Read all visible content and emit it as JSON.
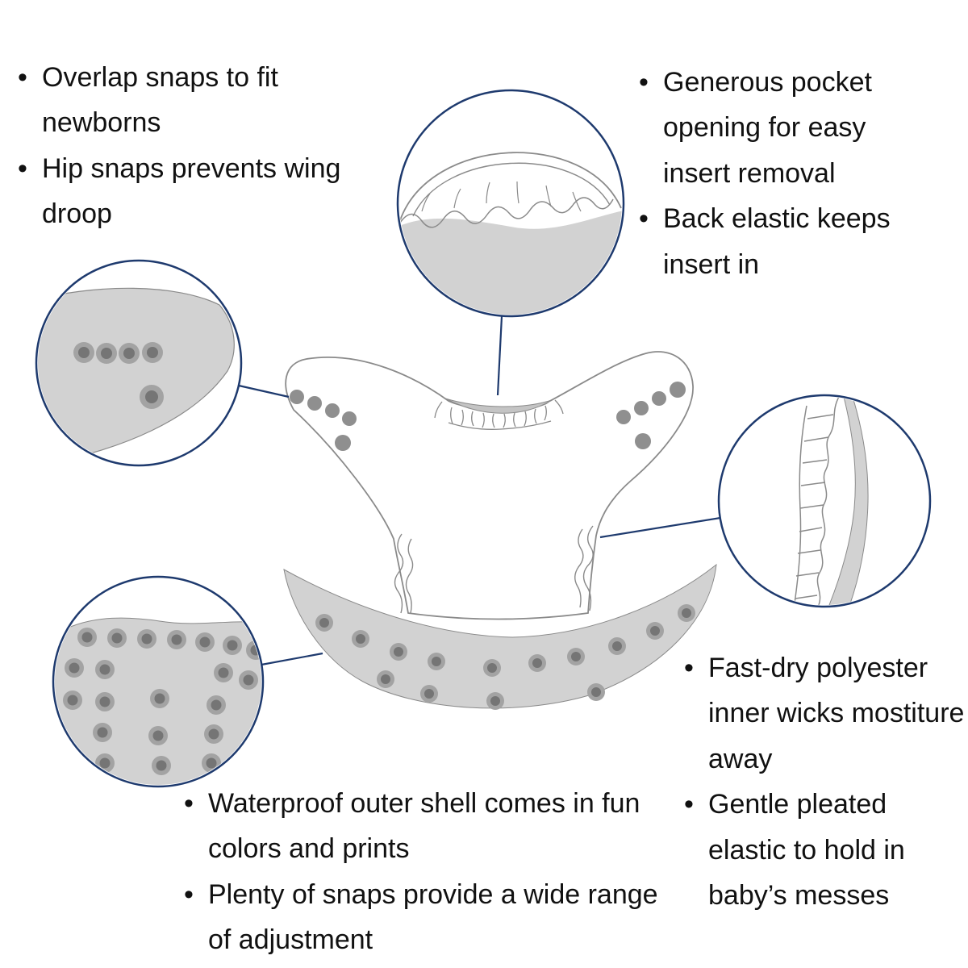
{
  "bullet_char": "•",
  "colors": {
    "background": "#ffffff",
    "text": "#111111",
    "circle_stroke": "#1e3a6e",
    "line_art": "#8a8a8a",
    "fill_gray": "#d2d2d2",
    "pocket_gray": "#c4c4c4",
    "snap_outer": "#a3a3a3",
    "snap_inner": "#757575",
    "snap_main": "#8f8f8f"
  },
  "annotations": {
    "top_left": {
      "items": [
        "Overlap snaps to fit newborns",
        "Hip snaps prevents wing droop"
      ]
    },
    "top_right": {
      "items": [
        "Generous pocket opening for easy insert removal",
        "Back elastic keeps insert in"
      ]
    },
    "bottom_right": {
      "items": [
        "Fast-dry polyester inner wicks mostiture away",
        "Gentle pleated elastic to hold in baby’s messes"
      ]
    },
    "bottom_center": {
      "items": [
        "Waterproof outer shell comes in fun colors and prints",
        "Plenty of snaps provide a wide range of adjustment"
      ]
    }
  }
}
